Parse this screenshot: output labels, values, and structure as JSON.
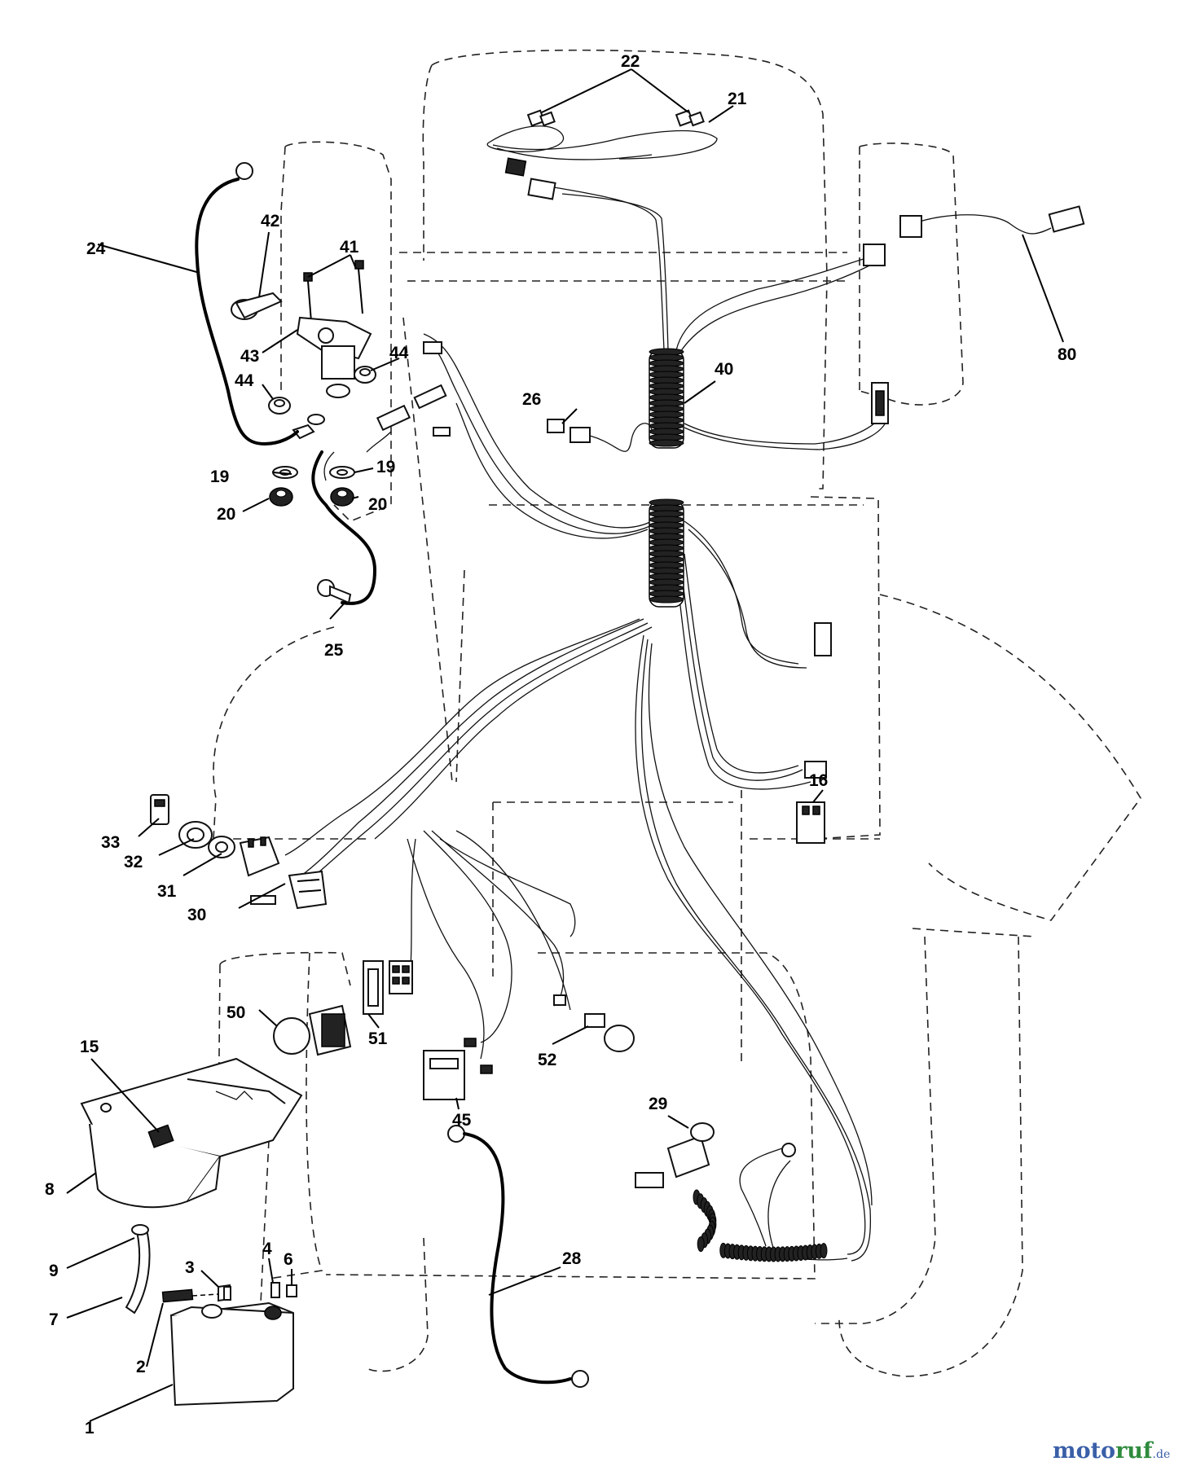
{
  "callouts": {
    "c1": "1",
    "c2": "2",
    "c3": "3",
    "c4": "4",
    "c6": "6",
    "c7": "7",
    "c8": "8",
    "c9": "9",
    "c15": "15",
    "c16": "16",
    "c19a": "19",
    "c19b": "19",
    "c20a": "20",
    "c20b": "20",
    "c21": "21",
    "c22": "22",
    "c24": "24",
    "c25": "25",
    "c26": "26",
    "c28": "28",
    "c29": "29",
    "c30": "30",
    "c31": "31",
    "c32": "32",
    "c33": "33",
    "c40": "40",
    "c41": "41",
    "c42": "42",
    "c43": "43",
    "c44a": "44",
    "c44b": "44",
    "c45": "45",
    "c50": "50",
    "c51": "51",
    "c52": "52",
    "c80": "80"
  },
  "watermark": {
    "part1": "moto",
    "part2": "ruf",
    "suffix": ".de"
  },
  "colors": {
    "line": "#111111",
    "watermark_blue": "#3a5fa8",
    "watermark_green": "#2f8b3d"
  }
}
